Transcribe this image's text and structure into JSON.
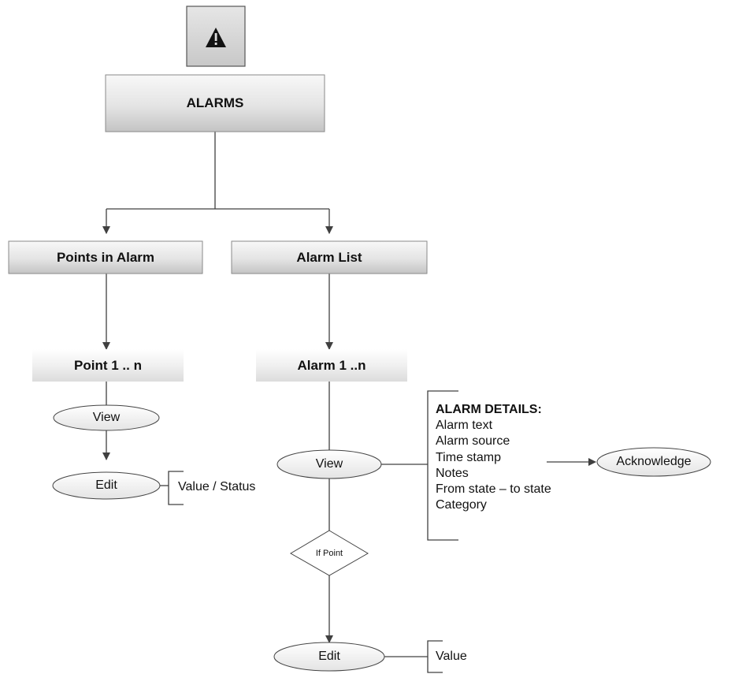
{
  "icon": {
    "name": "warning-icon"
  },
  "root": {
    "label": "ALARMS"
  },
  "left_branch": {
    "box": "Points in Alarm",
    "item": "Point 1 .. n",
    "view": "View",
    "edit": "Edit",
    "edit_note": "Value / Status"
  },
  "right_branch": {
    "box": "Alarm List",
    "item": "Alarm 1 ..n",
    "view": "View",
    "condition": "If Point",
    "edit": "Edit",
    "edit_note": "Value"
  },
  "alarm_details": {
    "title": "ALARM DETAILS:",
    "items": [
      "Alarm text",
      "Alarm source",
      "Time stamp",
      "Notes",
      "From state – to state",
      "Category"
    ]
  },
  "acknowledge": {
    "label": "Acknowledge"
  },
  "colors": {
    "line": "#404040",
    "box_top": "#f7f7f7",
    "box_bottom": "#c9c9c9",
    "border": "#8a8a8a"
  }
}
